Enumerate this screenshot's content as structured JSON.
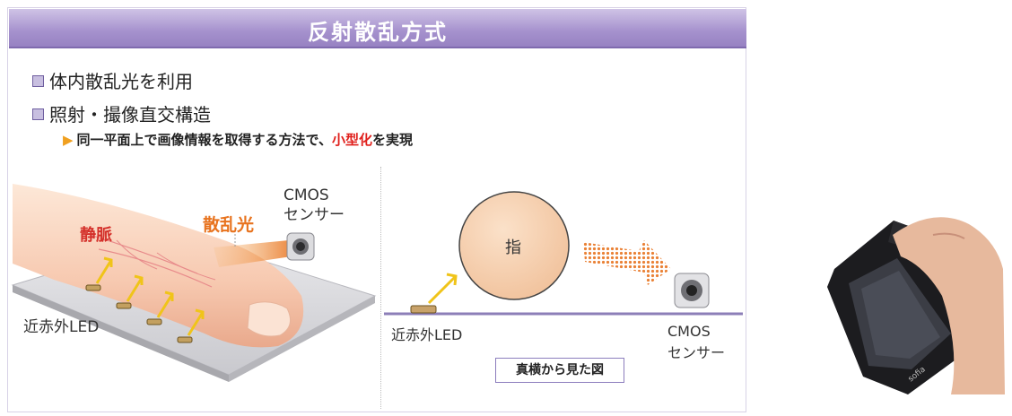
{
  "title": "反射散乱方式",
  "bullets": [
    "体内散乱光を利用",
    "照射・撮像直交構造"
  ],
  "sub_point": {
    "prefix": "同一平面上で画像情報を取得する方法で、",
    "highlight": "小型化",
    "suffix": "を実現"
  },
  "left_diagram": {
    "vein_label": "静脈",
    "scatter_label": "散乱光",
    "sensor_label_1": "CMOS",
    "sensor_label_2": "センサー",
    "led_label": "近赤外LED"
  },
  "right_diagram": {
    "finger_label": "指",
    "led_label": "近赤外LED",
    "sensor_label_1": "CMOS",
    "sensor_label_2": "センサー",
    "caption": "真横から見た図"
  },
  "device_logo": "sofia",
  "colors": {
    "banner": "#9782c2",
    "highlight_red": "#e0201c",
    "scatter_orange": "#e8731e",
    "vein_red": "#d4302a",
    "finger_fill": "#f6d3b3"
  },
  "icons": [
    "bullet-square-icon",
    "triangle-bullet-icon",
    "led-icon",
    "arrow-icon",
    "cmos-sensor-icon",
    "scatter-arrow-icon"
  ]
}
